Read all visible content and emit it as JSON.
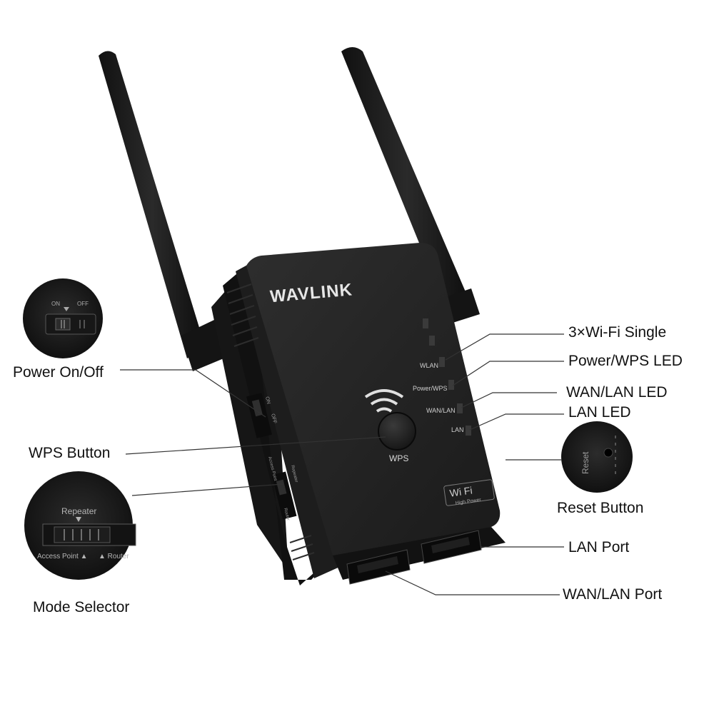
{
  "brand": {
    "logo_text": "WAVLINK",
    "wps_label": "WPS",
    "wifi_badge": "Wi Fi",
    "wifi_badge_sub": "High Power"
  },
  "leds": [
    "WLAN",
    "Power/WPS",
    "WAN/LAN",
    "LAN"
  ],
  "side_panel": {
    "switch_on": "ON",
    "switch_off": "OFF",
    "mode_repeater": "Repeater",
    "mode_access_point": "Access Point",
    "mode_router": "Router"
  },
  "zoom_power": {
    "on": "ON",
    "off": "OFF"
  },
  "zoom_mode": {
    "repeater": "Repeater",
    "access_point": "Access Point ▲",
    "router": "▲ Router"
  },
  "zoom_reset": {
    "label": "Reset"
  },
  "callouts": {
    "wifi_single": "3×Wi-Fi Single",
    "power_wps_led": "Power/WPS LED",
    "wan_lan_led": "WAN/LAN LED",
    "lan_led": "LAN LED",
    "reset_button": "Reset Button",
    "lan_port": "LAN Port",
    "wan_lan_port": "WAN/LAN Port",
    "power_on_off": "Power On/Off",
    "wps_button": "WPS Button",
    "mode_selector": "Mode Selector"
  },
  "colors": {
    "device_body": "#1b1b1b",
    "device_face": "#262626",
    "led_text": "#cfcfcf",
    "callout_line": "#333333"
  }
}
